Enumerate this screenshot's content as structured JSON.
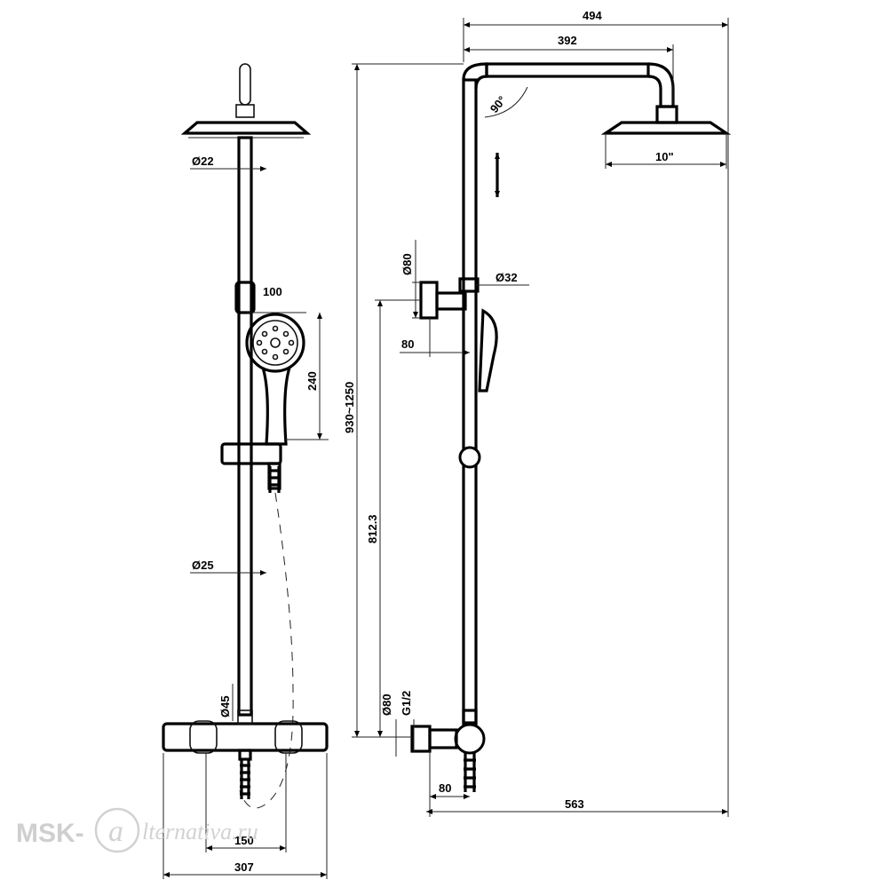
{
  "dimensions": {
    "top_width": "494",
    "arm_length": "392",
    "head_size": "10\"",
    "total_height": "930~1250",
    "arm_angle": "90°",
    "rod_dia_top": "Ø22",
    "rod_dia_bottom": "Ø25",
    "hand_width": "100",
    "hand_length": "240",
    "flange_dia_top": "Ø80",
    "bracket_dia": "Ø32",
    "bracket_offset": "80",
    "connect_height": "812.3",
    "body_dia": "Ø45",
    "flange_dia_bottom": "Ø80",
    "thread": "G1/2",
    "inlet_offset": "80",
    "total_depth": "563",
    "inlet_spacing": "150",
    "body_width": "307"
  },
  "watermark": {
    "prefix": "MSK-",
    "script": "lternativa.ru"
  }
}
